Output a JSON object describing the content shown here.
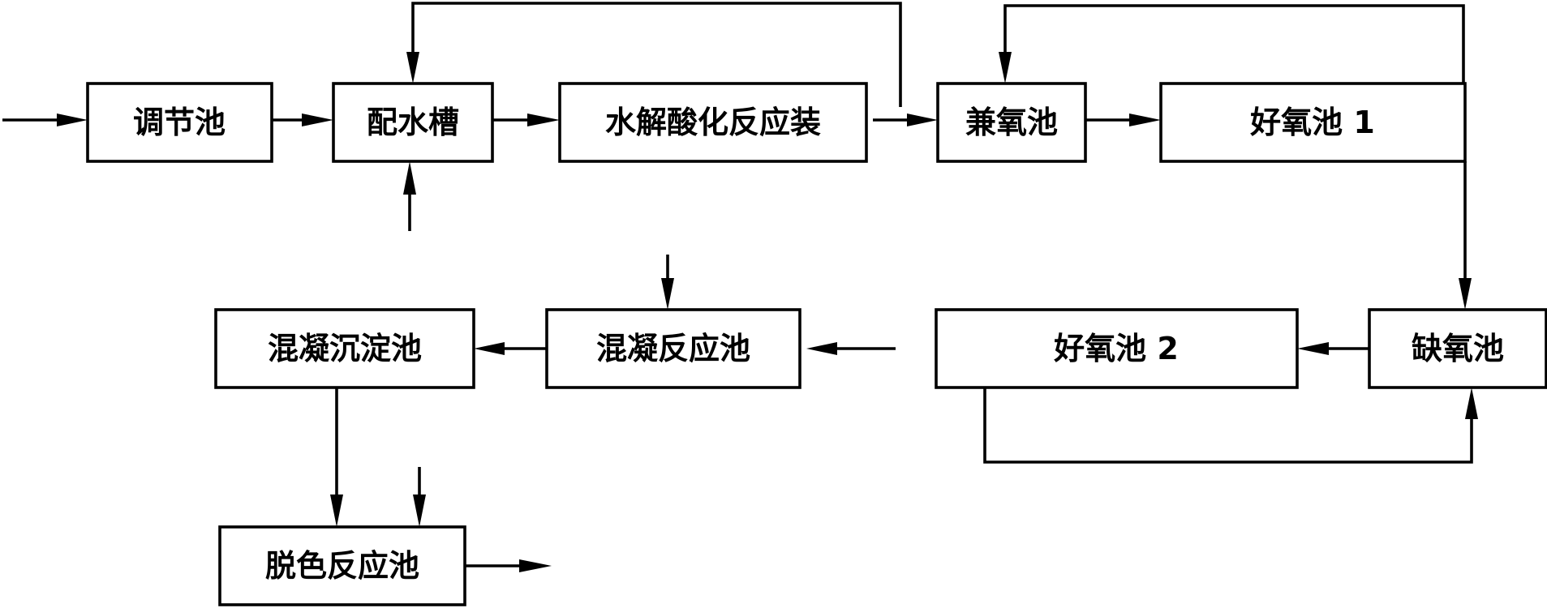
{
  "colors": {
    "line": "#000000",
    "background": "#ffffff"
  },
  "units": {
    "tiaojiechi": "调节池",
    "peishuicao": "配水槽",
    "shuijie": "水解酸化反应装",
    "jianyangchi": "兼氧池",
    "haoyangchi1": "好氧池 1",
    "queyangchi": "缺氧池",
    "haoyangchi2": "好氧池 2",
    "hunningfanying": "混凝反应池",
    "hunningchendian": "混凝沉淀池",
    "tuose": "脱色反应池"
  }
}
